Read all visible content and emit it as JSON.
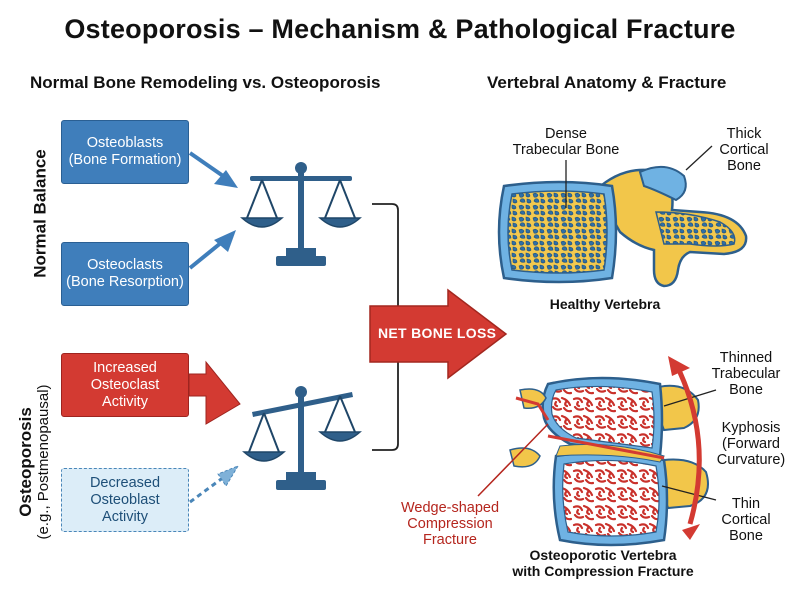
{
  "title": "Osteoporosis – Mechanism & Pathological Fracture",
  "left_panel": {
    "heading": "Normal Bone Remodeling vs. Osteoporosis",
    "normal": {
      "side_label": "Normal Balance",
      "osteoblasts": {
        "line1": "Osteoblasts",
        "line2": "(Bone Formation)"
      },
      "osteoclasts": {
        "line1": "Osteoclasts",
        "line2": "(Bone Resorption)"
      }
    },
    "osteoporosis": {
      "side_label": "Osteoporosis",
      "side_sublabel": "(e.g., Postmenopausal)",
      "increased": {
        "line1": "Increased",
        "line2": "Osteoclast",
        "line3": "Activity"
      },
      "decreased": {
        "line1": "Decreased",
        "line2": "Osteoblast",
        "line3": "Activity"
      }
    },
    "net_arrow": "NET BONE LOSS"
  },
  "right_panel": {
    "heading": "Vertebral Anatomy & Fracture",
    "healthy": {
      "dense_label": {
        "line1": "Dense",
        "line2": "Trabecular Bone"
      },
      "cortical_label": {
        "line1": "Thick",
        "line2": "Cortical",
        "line3": "Bone"
      },
      "caption": "Healthy Vertebra"
    },
    "osteoporotic": {
      "thinned_label": {
        "line1": "Thinned",
        "line2": "Trabecular",
        "line3": "Bone"
      },
      "kyphosis_label": {
        "line1": "Kyphosis",
        "line2": "(Forward",
        "line3": "Curvature)"
      },
      "thin_cortical_label": {
        "line1": "Thin",
        "line2": "Cortical",
        "line3": "Bone"
      },
      "wedge_label": {
        "line1": "Wedge-shaped",
        "line2": "Compression",
        "line3": "Fracture"
      },
      "caption": {
        "line1": "Osteoporotic Vertebra",
        "line2": "with Compression Fracture"
      }
    }
  },
  "colors": {
    "blue": "#3f7ebb",
    "red": "#d33a32",
    "pale_blue": "#dcedf8",
    "scale_blue": "#2f5f8a",
    "bone_yellow": "#f2c64a",
    "cortical_blue": "#6fb2e3"
  }
}
